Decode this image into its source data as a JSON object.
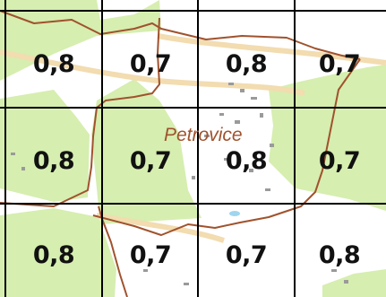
{
  "place_label": "Petrovice",
  "grid": {
    "rows": [
      [
        "0,8",
        "0,7",
        "0,8",
        "0,7"
      ],
      [
        "0,8",
        "0,7",
        "0,8",
        "0,7"
      ],
      [
        "0,8",
        "0,7",
        "0,7",
        "0,8"
      ]
    ]
  },
  "colors": {
    "forest": "#d6eeb0",
    "boundary": "#a0522d",
    "grid_line": "#000000",
    "road": "#f2dcb0",
    "water": "#9fd6ee",
    "place_label": "#a0522d"
  }
}
